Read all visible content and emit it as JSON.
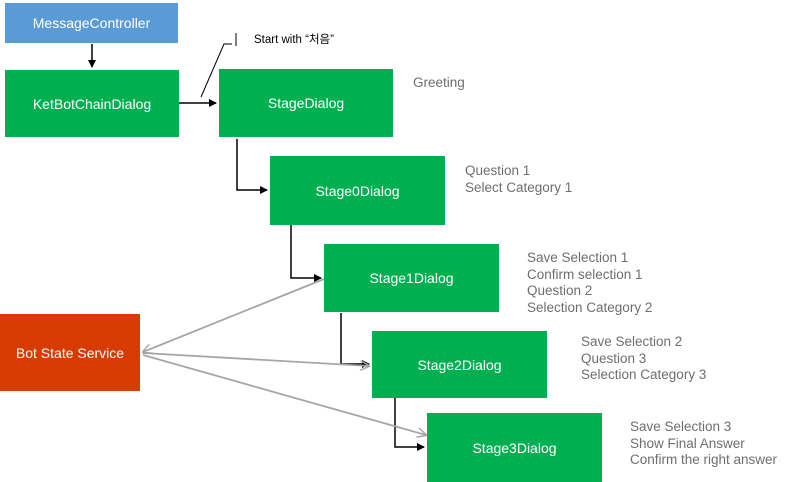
{
  "nodes": {
    "message_controller": "MessageController",
    "ket_bot_chain_dialog": "KetBotChainDialog",
    "stage_dialog": "StageDialog",
    "stage0_dialog": "Stage0Dialog",
    "stage1_dialog": "Stage1Dialog",
    "stage2_dialog": "Stage2Dialog",
    "stage3_dialog": "Stage3Dialog",
    "bot_state_service": "Bot State Service"
  },
  "callout": "Start with “처음”",
  "notes": {
    "stage_dialog": [
      "Greeting"
    ],
    "stage0_dialog": [
      "Question 1",
      "Select Category 1"
    ],
    "stage1_dialog": [
      "Save Selection 1",
      "Confirm selection 1",
      "Question 2",
      "Selection Category 2"
    ],
    "stage2_dialog": [
      "Save Selection 2",
      "Question 3",
      "Selection Category 3"
    ],
    "stage3_dialog": [
      "Save Selection 3",
      "Show Final Answer",
      "Confirm the right answer"
    ]
  },
  "colors": {
    "dialog_box": "#00b050",
    "controller_box": "#5b9bd5",
    "state_service_box": "#d83b01",
    "state_link": "#a6a6a6",
    "flow_link": "#000000"
  }
}
